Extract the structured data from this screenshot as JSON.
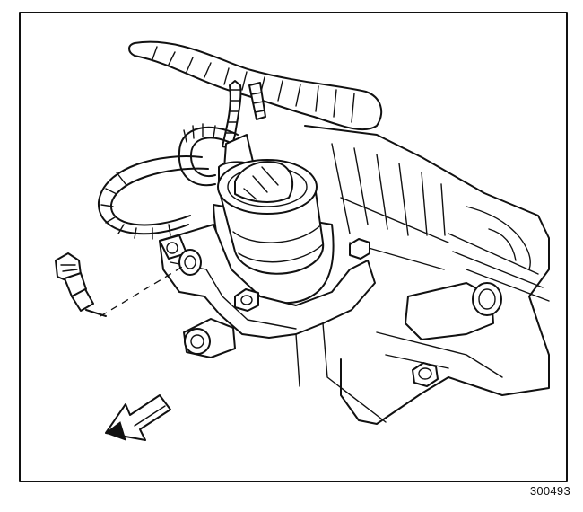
{
  "figure": {
    "figure_number": "300493"
  },
  "colors": {
    "line": "#111111",
    "background": "#ffffff"
  },
  "parts": [
    "wiring-harness",
    "egr-valve",
    "electrical-connector",
    "intake-manifold",
    "sensor",
    "bolt",
    "direction-arrow"
  ]
}
